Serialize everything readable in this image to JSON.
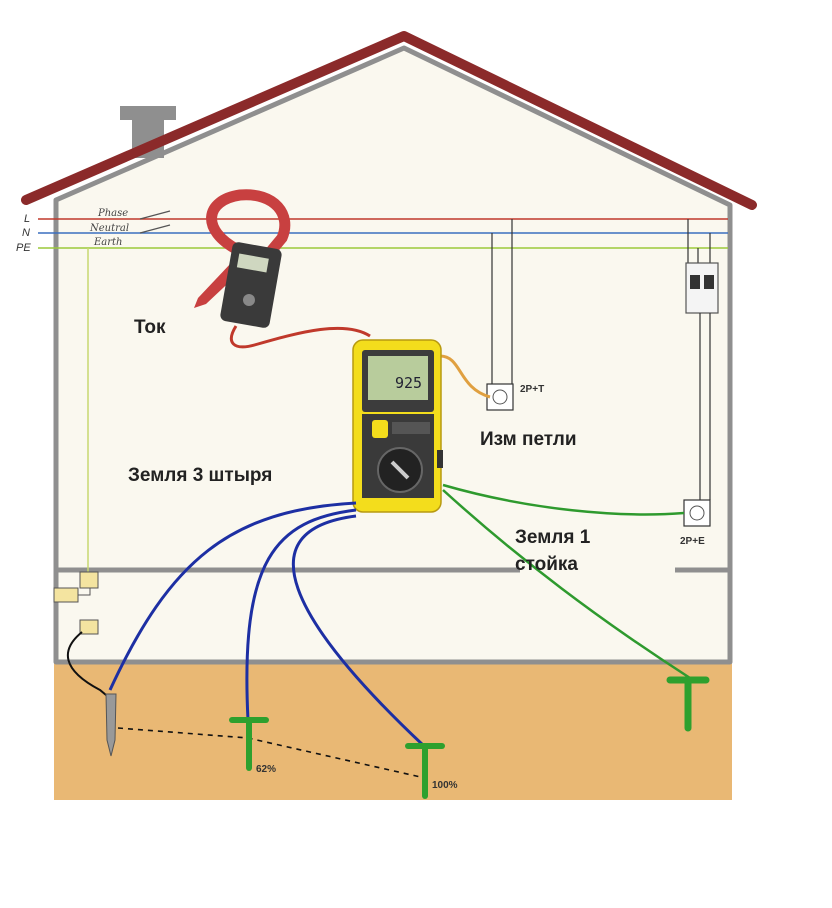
{
  "lines": {
    "l": "L",
    "n": "N",
    "pe": "PE"
  },
  "wires": {
    "phase": "Phase",
    "neutral": "Neutral",
    "earth": "Earth"
  },
  "labels": {
    "current": "Ток",
    "loop": "Изм петли",
    "earth3": "Земля 3 штыря",
    "earth1_line1": "Земля 1",
    "earth1_line2": "стойка",
    "socket1": "2P+T",
    "socket2": "2P+E",
    "pct62": "62%",
    "pct100": "100%"
  },
  "meter": {
    "display": "925"
  },
  "colors": {
    "roof": "#8b2a2a",
    "wall": "#faf8ef",
    "ground": "#e9b874",
    "phase": "#c0392b",
    "neutral": "#3a6fbf",
    "earth": "#9bc93a",
    "probe_wire": "#1d2fa3",
    "stake_wire": "#2e9a2e",
    "stake": "#2ea02e",
    "meter": "#f3dd1c"
  }
}
